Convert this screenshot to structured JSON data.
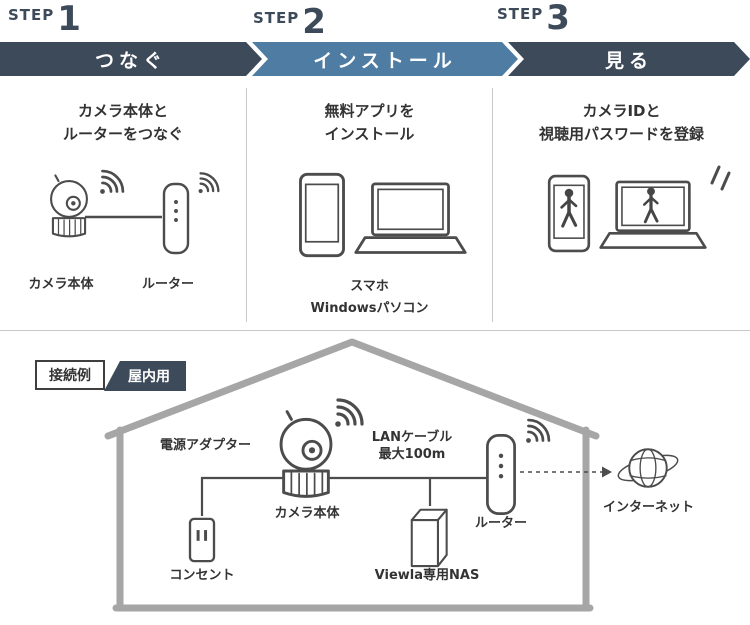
{
  "steps": [
    {
      "label": "STEP",
      "number": "1",
      "banner": "つなぐ",
      "description": "カメラ本体と\nルーターをつなぐ",
      "captions": [
        "カメラ本体",
        "ルーター"
      ],
      "icons": [
        "camera",
        "wifi",
        "router"
      ]
    },
    {
      "label": "STEP",
      "number": "2",
      "banner": "インストール",
      "description": "無料アプリを\nインストール",
      "captions": [
        "スマホ",
        "Windowsパソコン"
      ],
      "icons": [
        "smartphone",
        "laptop"
      ]
    },
    {
      "label": "STEP",
      "number": "3",
      "banner": "見る",
      "description": "カメラIDと\n視聴用パスワードを登録",
      "captions": [],
      "icons": [
        "smartphone",
        "person",
        "laptop",
        "person"
      ]
    }
  ],
  "connection_example": {
    "badge_label": "接続例",
    "badge_tag": "屋内用",
    "power_adapter_label": "電源アダプター",
    "camera_label": "カメラ本体",
    "lan_cable_label": "LANケーブル\n最大100m",
    "router_label": "ルーター",
    "outlet_label": "コンセント",
    "nas_label": "Viewla専用NAS",
    "internet_label": "インターネット",
    "icons": [
      "house",
      "camera",
      "wifi",
      "outlet",
      "nas",
      "router",
      "globe",
      "dashed-arrow"
    ]
  },
  "colors": {
    "dark_navy": "#3c4a59",
    "steel_blue": "#4e7ca3",
    "text": "#333333",
    "divider_gray": "#c9c9c9",
    "house_gray": "#a6a6a6",
    "stroke_gray": "#4c4c4c"
  }
}
